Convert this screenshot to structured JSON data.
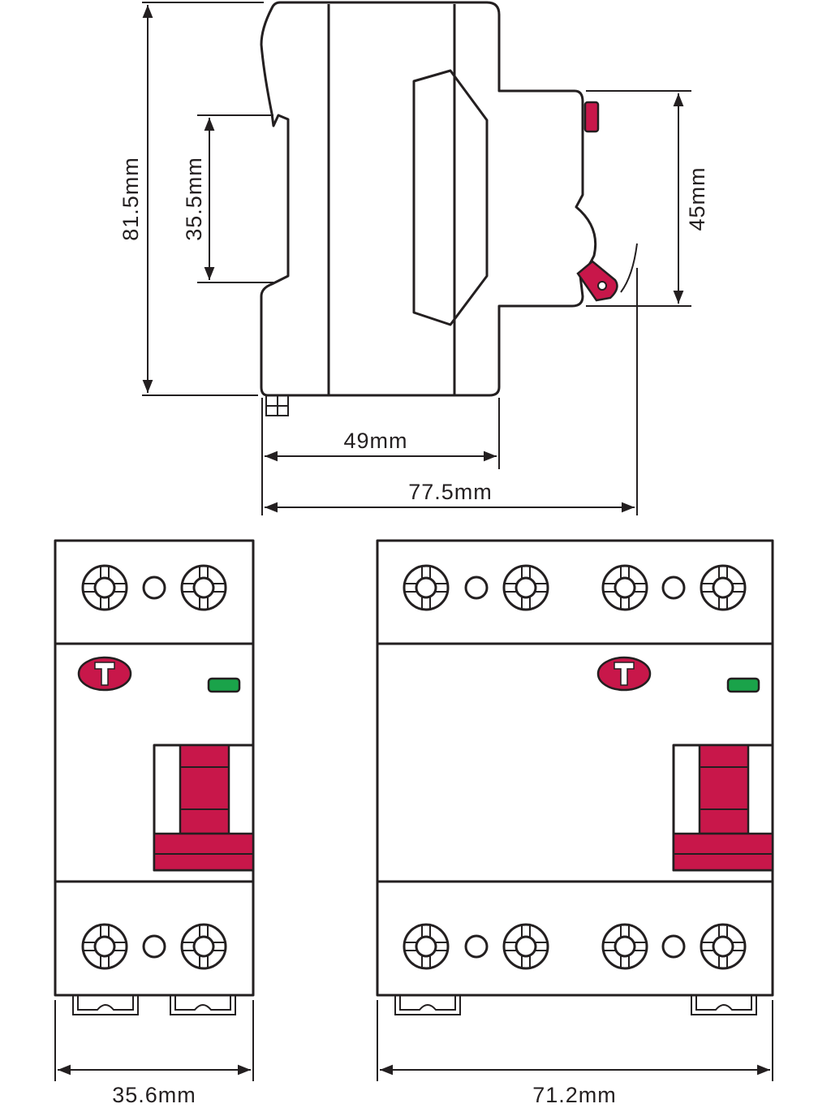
{
  "title": "Residual current device dimension drawing",
  "colors": {
    "accent_red": "#c8174a",
    "indicator_green": "#1aa34a",
    "line": "#231f20"
  },
  "side_view": {
    "dimensions": {
      "total_height": "81.5mm",
      "din_rail": "35.5mm",
      "front_height": "45mm",
      "body_depth": "49mm",
      "total_depth": "77.5mm"
    }
  },
  "front_view_2p": {
    "width": "35.6mm",
    "logo_letter": "T",
    "terminals_per_row": 2
  },
  "front_view_4p": {
    "width": "71.2mm",
    "logo_letter": "T",
    "terminals_per_row": 4
  }
}
